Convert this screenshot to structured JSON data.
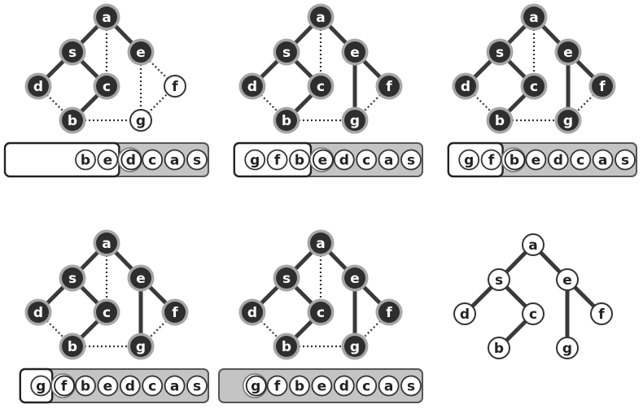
{
  "vertices": [
    "a",
    "s",
    "e",
    "d",
    "c",
    "f",
    "b",
    "g"
  ],
  "edges": [
    [
      "a",
      "s"
    ],
    [
      "a",
      "c"
    ],
    [
      "a",
      "e"
    ],
    [
      "s",
      "d"
    ],
    [
      "s",
      "c"
    ],
    [
      "e",
      "f"
    ],
    [
      "e",
      "g"
    ],
    [
      "d",
      "b"
    ],
    [
      "c",
      "b"
    ],
    [
      "b",
      "g"
    ],
    [
      "f",
      "g"
    ]
  ],
  "panels": [
    {
      "id": "step-1",
      "tree_edges": [
        [
          "a",
          "s"
        ],
        [
          "a",
          "e"
        ],
        [
          "s",
          "d"
        ],
        [
          "s",
          "c"
        ],
        [
          "c",
          "b"
        ]
      ],
      "visited": [
        "a",
        "s",
        "e",
        "d",
        "c",
        "b"
      ],
      "queue": [
        "b",
        "e"
      ],
      "stack": [
        "d",
        "c",
        "a",
        "s"
      ]
    },
    {
      "id": "step-2",
      "tree_edges": [
        [
          "a",
          "s"
        ],
        [
          "a",
          "e"
        ],
        [
          "s",
          "d"
        ],
        [
          "s",
          "c"
        ],
        [
          "c",
          "b"
        ],
        [
          "e",
          "f"
        ],
        [
          "e",
          "g"
        ]
      ],
      "visited": [
        "a",
        "s",
        "e",
        "d",
        "c",
        "b",
        "f",
        "g"
      ],
      "queue": [
        "g",
        "f",
        "b"
      ],
      "stack": [
        "e",
        "d",
        "c",
        "a",
        "s"
      ]
    },
    {
      "id": "step-3",
      "tree_edges": [
        [
          "a",
          "s"
        ],
        [
          "a",
          "e"
        ],
        [
          "s",
          "d"
        ],
        [
          "s",
          "c"
        ],
        [
          "c",
          "b"
        ],
        [
          "e",
          "f"
        ],
        [
          "e",
          "g"
        ]
      ],
      "visited": [
        "a",
        "s",
        "e",
        "d",
        "c",
        "b",
        "f",
        "g"
      ],
      "queue": [
        "g",
        "f"
      ],
      "stack": [
        "b",
        "e",
        "d",
        "c",
        "a",
        "s"
      ]
    },
    {
      "id": "step-4",
      "tree_edges": [
        [
          "a",
          "s"
        ],
        [
          "a",
          "e"
        ],
        [
          "s",
          "d"
        ],
        [
          "s",
          "c"
        ],
        [
          "c",
          "b"
        ],
        [
          "e",
          "f"
        ],
        [
          "e",
          "g"
        ]
      ],
      "visited": [
        "a",
        "s",
        "e",
        "d",
        "c",
        "b",
        "f",
        "g"
      ],
      "queue": [
        "g"
      ],
      "stack": [
        "f",
        "b",
        "e",
        "d",
        "c",
        "a",
        "s"
      ]
    },
    {
      "id": "step-5",
      "tree_edges": [
        [
          "a",
          "s"
        ],
        [
          "a",
          "e"
        ],
        [
          "s",
          "d"
        ],
        [
          "s",
          "c"
        ],
        [
          "c",
          "b"
        ],
        [
          "e",
          "f"
        ],
        [
          "e",
          "g"
        ]
      ],
      "visited": [
        "a",
        "s",
        "e",
        "d",
        "c",
        "b",
        "f",
        "g"
      ],
      "queue": [],
      "stack": [
        "g",
        "f",
        "b",
        "e",
        "d",
        "c",
        "a",
        "s"
      ]
    }
  ],
  "result_tree": {
    "edges": [
      [
        "a",
        "s"
      ],
      [
        "a",
        "e"
      ],
      [
        "s",
        "d"
      ],
      [
        "s",
        "c"
      ],
      [
        "c",
        "b"
      ],
      [
        "e",
        "f"
      ],
      [
        "e",
        "g"
      ]
    ]
  }
}
